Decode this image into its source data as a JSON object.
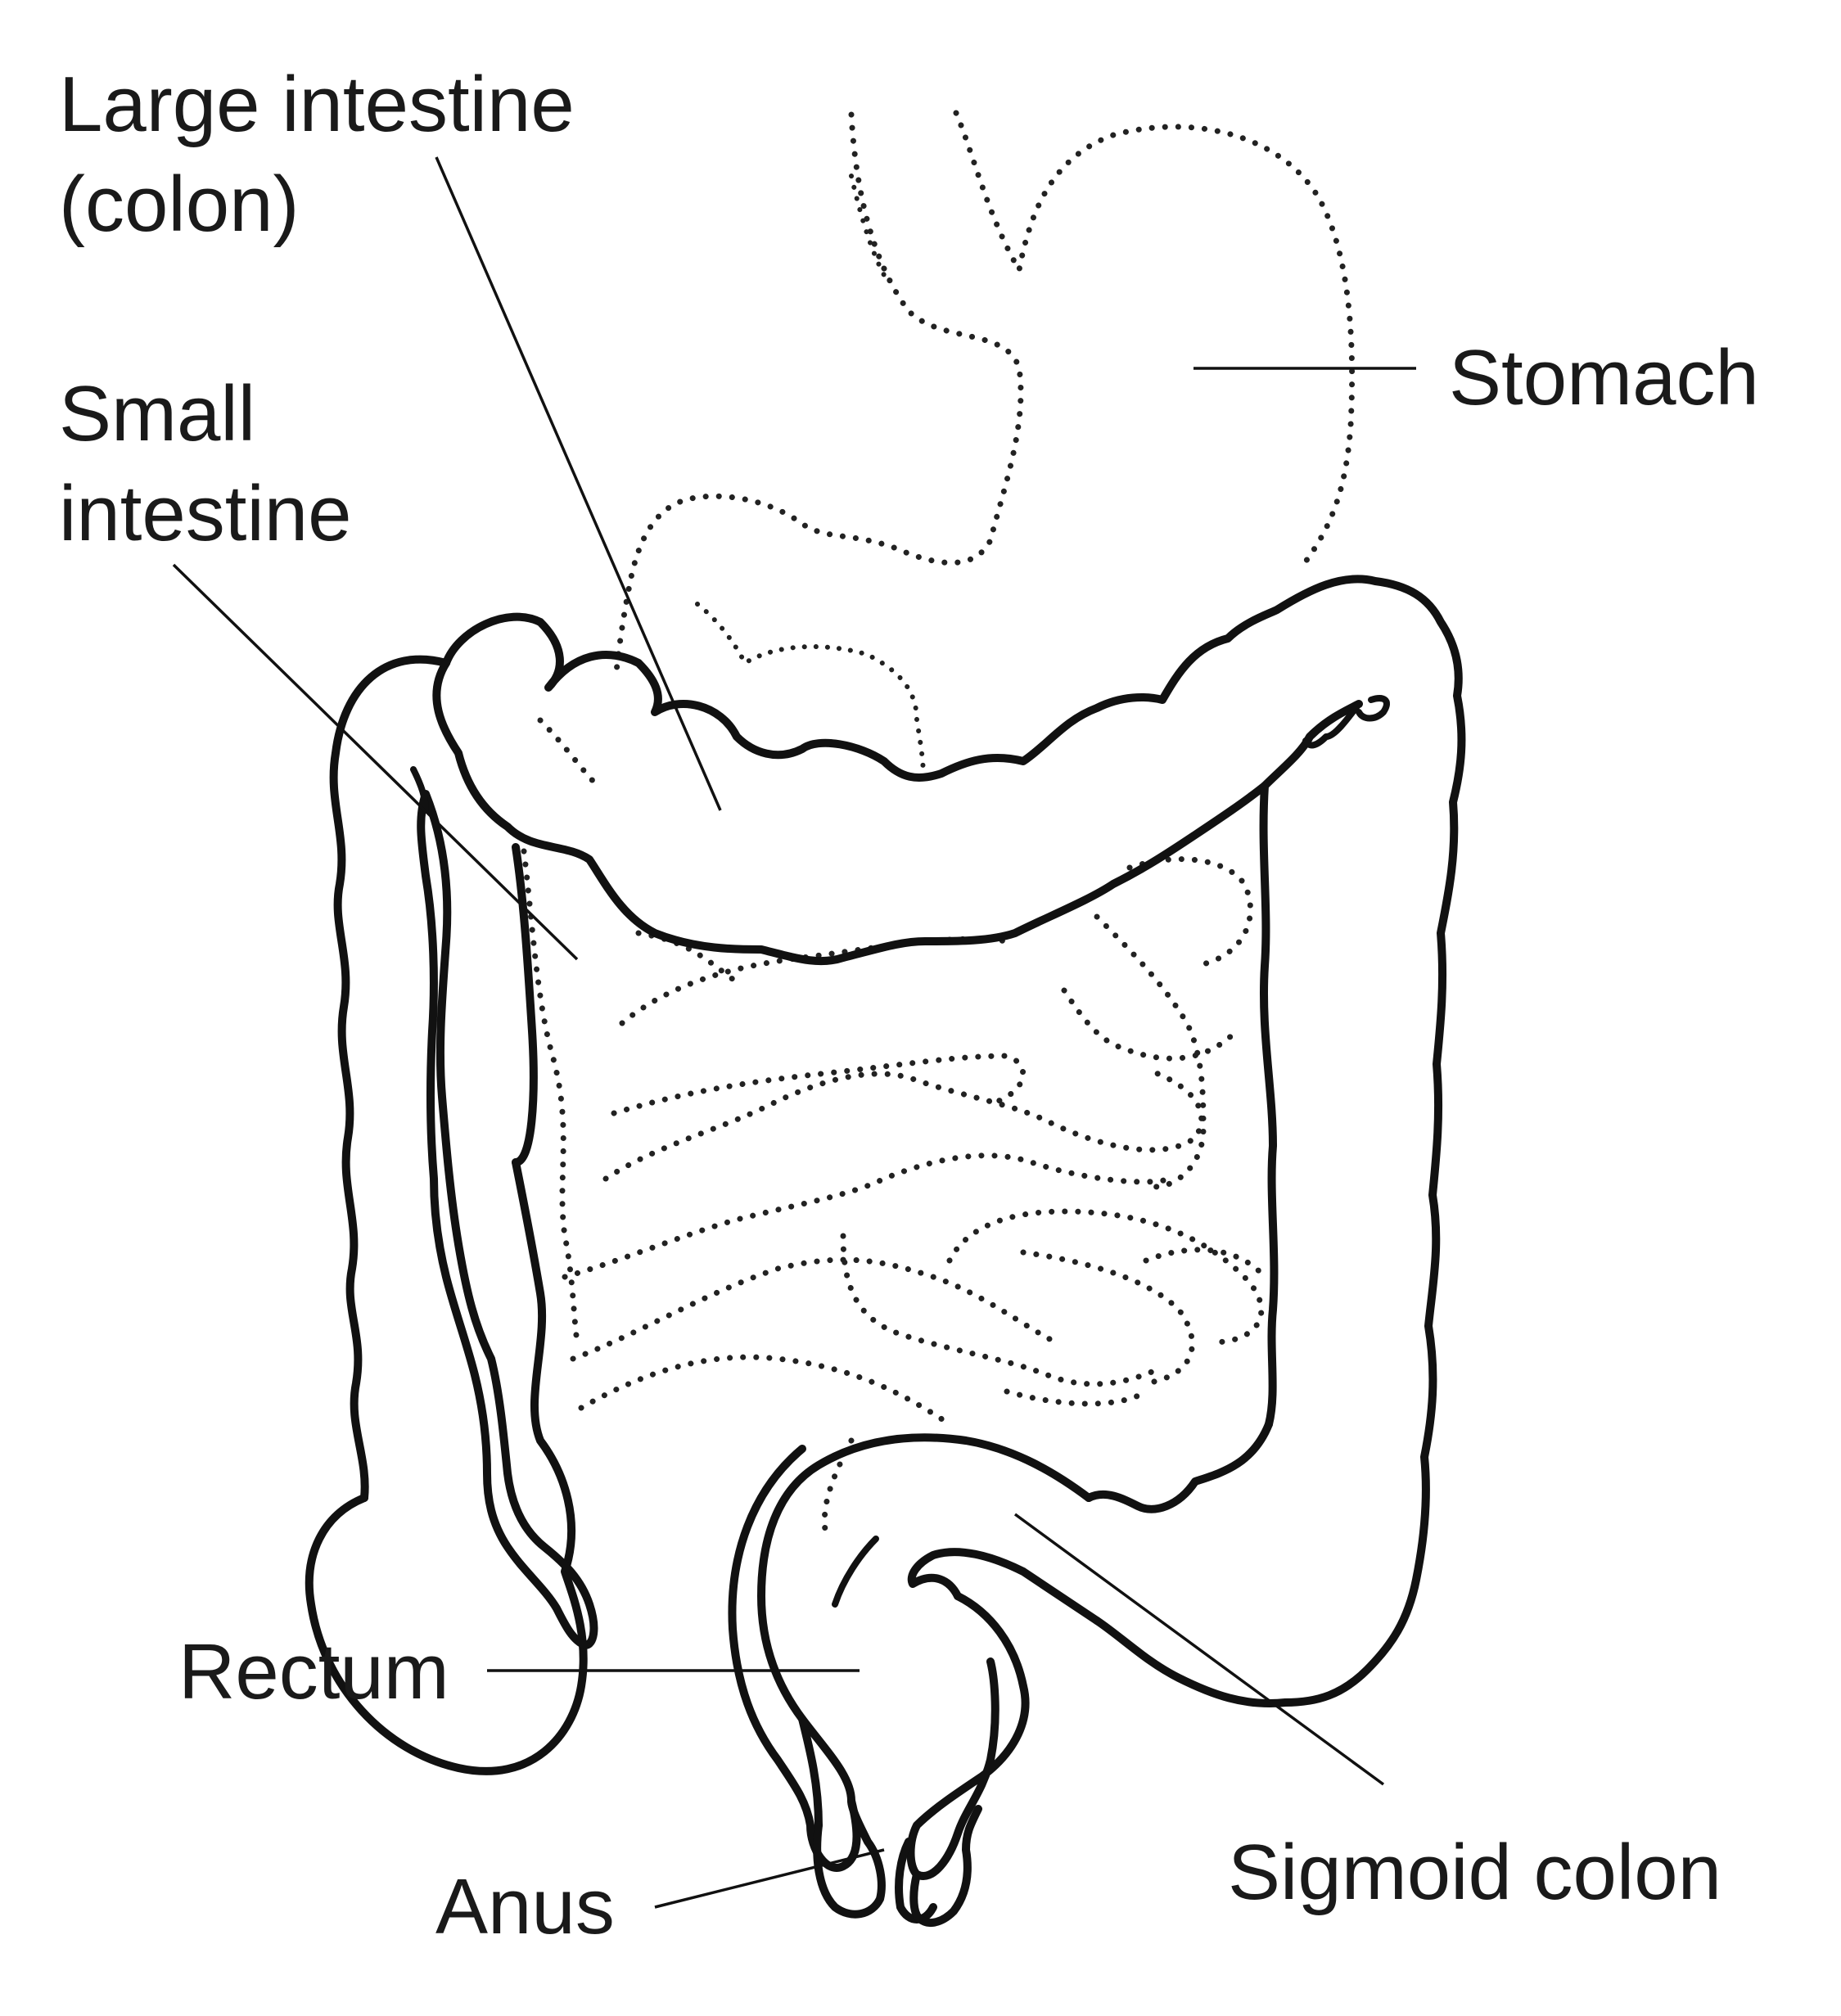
{
  "labels": {
    "large_intestine_line1": "Large intestine",
    "large_intestine_line2": "(colon)",
    "small_intestine_line1": "Small",
    "small_intestine_line2": "intestine",
    "stomach": "Stomach",
    "rectum": "Rectum",
    "anus": "Anus",
    "sigmoid_colon": "Sigmoid colon"
  }
}
